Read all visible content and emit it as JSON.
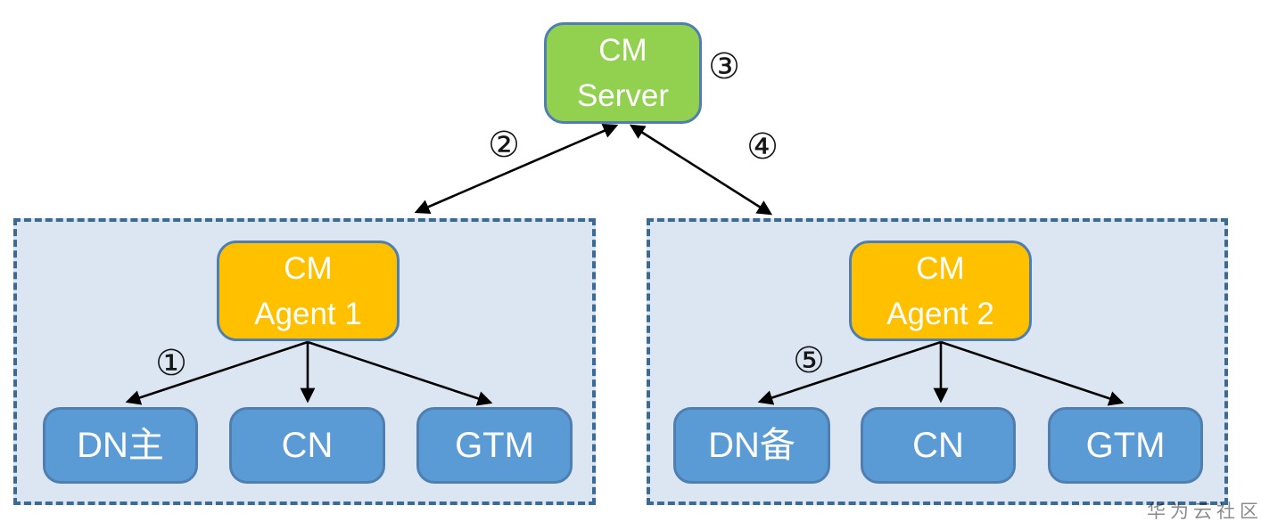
{
  "nodes": {
    "server": {
      "line1": "CM",
      "line2": "Server"
    },
    "agent1": {
      "line1": "CM",
      "line2": "Agent 1"
    },
    "agent2": {
      "line1": "CM",
      "line2": "Agent 2"
    },
    "dn_primary": {
      "label": "DN主"
    },
    "cn_left": {
      "label": "CN"
    },
    "gtm_left": {
      "label": "GTM"
    },
    "dn_standby": {
      "label": "DN备"
    },
    "cn_right": {
      "label": "CN"
    },
    "gtm_right": {
      "label": "GTM"
    }
  },
  "steps": {
    "s1": "①",
    "s2": "②",
    "s3": "③",
    "s4": "④",
    "s5": "⑤"
  },
  "watermark": "华为云社区",
  "colors": {
    "server_fill": "#92D050",
    "agent_fill": "#FFC000",
    "process_fill": "#5B9BD5",
    "node_border": "#4E7FB0",
    "cluster_fill": "#DCE6F2",
    "cluster_border": "#3A6A96",
    "arrow": "#000000",
    "node_text": "#FFFFFF",
    "watermark_text": "#8C8C8C"
  }
}
